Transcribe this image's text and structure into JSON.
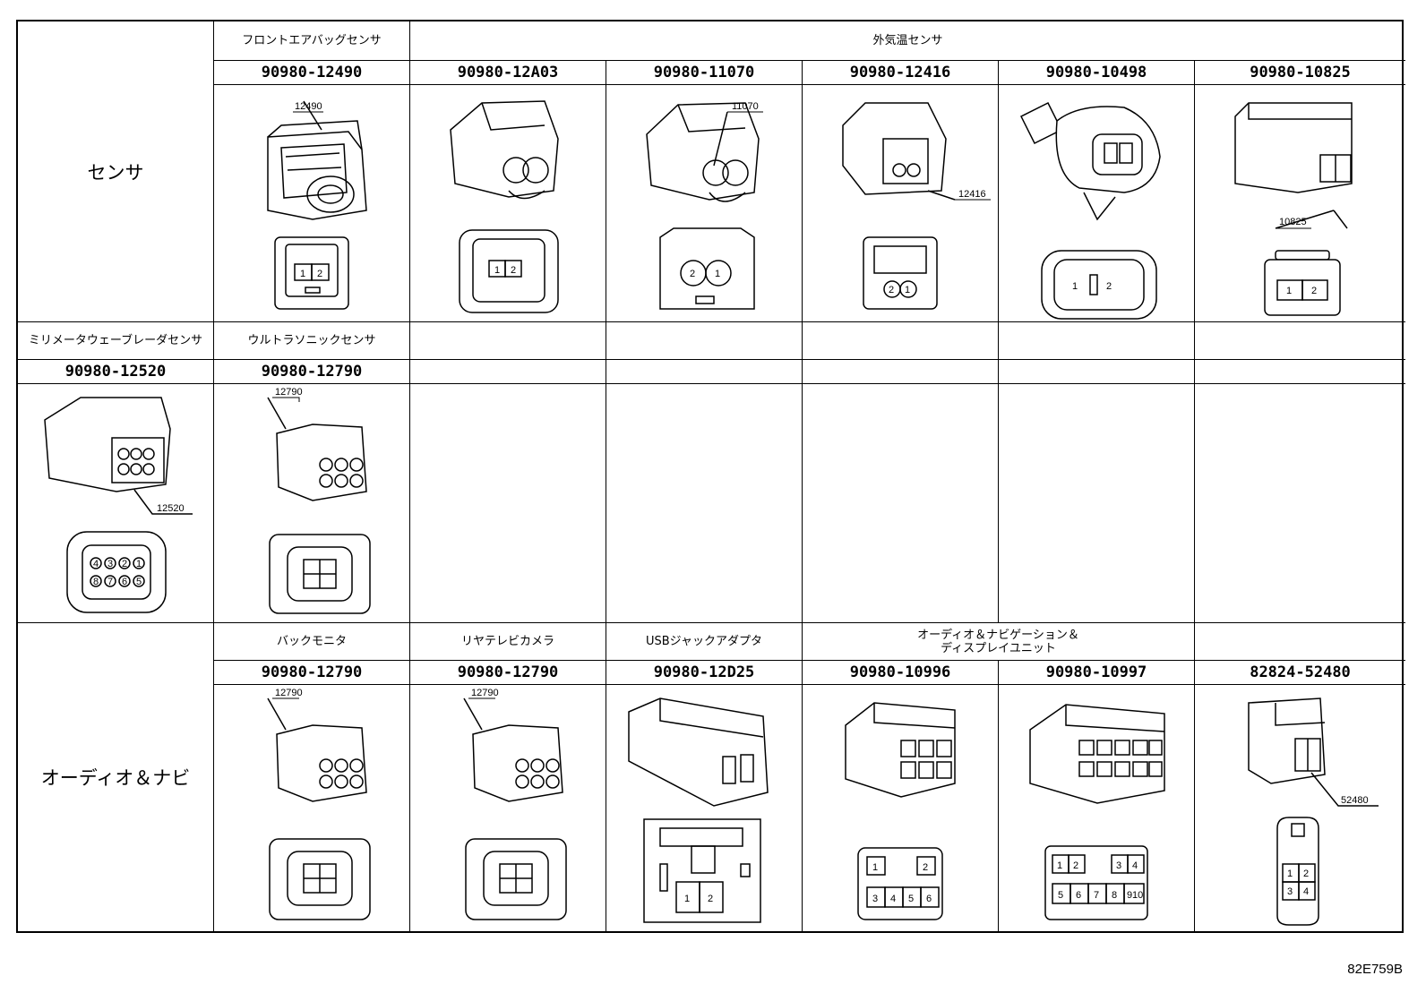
{
  "groups": {
    "sensor": "センサ",
    "audio": "オーディオ＆ナビ"
  },
  "row1": {
    "cat_airbag": "フロントエアバッグセンサ",
    "cat_outside": "外気温センサ",
    "parts": [
      "90980-12490",
      "90980-12A03",
      "90980-11070",
      "90980-12416",
      "90980-10498",
      "90980-10825"
    ],
    "labels": [
      "12490",
      "11070",
      "12416",
      "10825"
    ],
    "pins": {
      "c12490": [
        "1",
        "2"
      ],
      "c12A03": [
        "1",
        "2"
      ],
      "c11070": [
        "2",
        "1"
      ],
      "c12416": [
        "2",
        "1"
      ],
      "c10498": [
        "1",
        "2"
      ],
      "c10825": [
        "1",
        "2"
      ]
    }
  },
  "row2": {
    "cat_mmwave": "ミリメータウェーブレーダセンサ",
    "cat_ultra": "ウルトラソニックセンサ",
    "parts": [
      "90980-12520",
      "90980-12790"
    ],
    "labels": [
      "12520",
      "12790"
    ],
    "pins": {
      "c12520": [
        "4",
        "3",
        "2",
        "1",
        "8",
        "7",
        "6",
        "5"
      ]
    }
  },
  "row3": {
    "cat_back": "バックモニタ",
    "cat_rear": "リヤテレビカメラ",
    "cat_usb": "USBジャックアダプタ",
    "cat_nav_line1": "オーディオ＆ナビゲーション＆",
    "cat_nav_line2": "ディスプレイユニット",
    "parts": [
      "90980-12790",
      "90980-12790",
      "90980-12D25",
      "90980-10996",
      "90980-10997",
      "82824-52480"
    ],
    "labels": [
      "12790",
      "12790",
      "52480"
    ],
    "pins": {
      "c12D25": [
        "1",
        "2"
      ],
      "c10996": [
        "1",
        "2",
        "3",
        "4",
        "5",
        "6"
      ],
      "c10997": [
        "1",
        "2",
        "3",
        "4",
        "5",
        "6",
        "7",
        "8",
        "9",
        "10"
      ],
      "c52480": [
        "1",
        "2",
        "3",
        "4"
      ]
    }
  },
  "ref_code": "82E759B"
}
